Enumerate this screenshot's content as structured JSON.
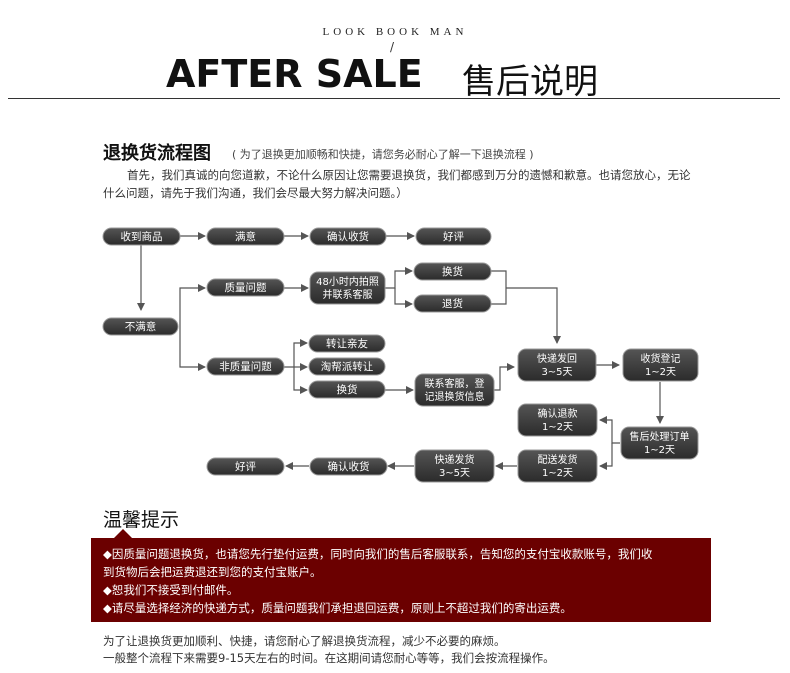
{
  "header": {
    "brand": "LOOK BOOK MAN",
    "slash": "/",
    "title_en": "AFTER SALE",
    "title_cn": "售后说明"
  },
  "section": {
    "title": "退换货流程图",
    "subtitle": "( 为了退换更加顺畅和快捷，请您务必耐心了解一下退换流程 )",
    "intro": "首先，我们真诚的向您道歉，不论什么原因让您需要退换货，我们都感到万分的遗憾和歉意。也请您放心，无论什么问题，请先于我们沟通，我们会尽最大努力解决问题。）"
  },
  "flow": {
    "received": "收到商品",
    "satisfied": "满意",
    "confirm_receipt_1": "确认收货",
    "good_review_1": "好评",
    "unsatisfied": "不满意",
    "quality_issue": "质量问题",
    "contact_48h_l1": "48小时内拍照",
    "contact_48h_l2": "并联系客服",
    "exchange_1": "换货",
    "return": "退货",
    "non_quality": "非质量问题",
    "transfer_friend": "转让亲友",
    "taobang": "淘帮派转让",
    "exchange_2": "换货",
    "contact_register_l1": "联系客服，登",
    "contact_register_l2": "记退换货信息",
    "express_send_1_l1": "快递发回",
    "express_send_1_l2": "3~5天",
    "register_receipt_l1": "收货登记",
    "register_receipt_l2": "1~2天",
    "aftersale_order_l1": "售后处理订单",
    "aftersale_order_l2": "1~2天",
    "confirm_refund_l1": "确认退款",
    "confirm_refund_l2": "1~2天",
    "delivery_send_l1": "配送发货",
    "delivery_send_l2": "1~2天",
    "express_send_2_l1": "快递发货",
    "express_send_2_l2": "3~5天",
    "confirm_receipt_2": "确认收货",
    "good_review_2": "好评"
  },
  "tips": {
    "title": "温馨提示",
    "line1": "◆因质量问题退换货，也请您先行垫付运费，同时向我们的售后客服联系，告知您的支付宝收款账号，我们收",
    "line2": "到货物后会把运费退还到您的支付宝账户。",
    "line3": "◆恕我们不接受到付邮件。",
    "line4": "◆请尽量选择经济的快递方式，质量问题我们承担退回运费，原则上不超过我们的寄出运费。"
  },
  "footer": {
    "line1": "为了让退换货更加顺利、快捷，请您耐心了解退换货流程，减少不必要的麻烦。",
    "line2": "一般整个流程下来需要9-15天左右的时间。在这期间请您耐心等等，我们会按流程操作。"
  },
  "colors": {
    "node_fill": "#3a3a3a",
    "node_stroke": "#888888",
    "tip_box": "#6b0000"
  }
}
